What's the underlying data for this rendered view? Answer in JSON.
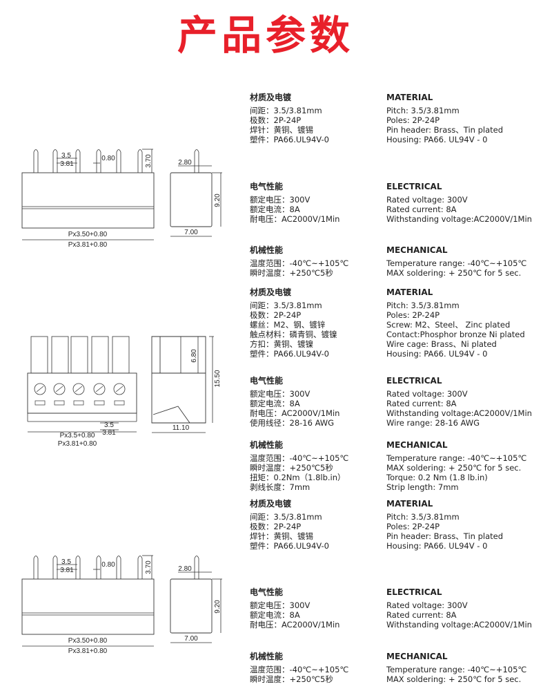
{
  "title": "产品参数",
  "products": [
    {
      "drawing": {
        "pitch_a": "3.5",
        "pitch_b": "3.81",
        "pin_w": "0.80",
        "pin_h": "3.70",
        "side_offset": "2.80",
        "height": "9.20",
        "depth": "7.00",
        "len_a": "Px3.50+0.80",
        "len_b": "Px3.81+0.80"
      },
      "sections": [
        {
          "cn_title": "材质及电镀",
          "cn": [
            "间距：3.5/3.81mm",
            "极数：2P-24P",
            "焊针：黄铜、镀锡",
            "塑件：PA66.UL94V-0"
          ],
          "en_title": "MATERIAL",
          "en": [
            "Pitch: 3.5/3.81mm",
            "Poles:  2P-24P",
            "Pin header: Brass、Tin plated",
            "Housing: PA66. UL94V - 0"
          ]
        },
        {
          "cn_title": "电气性能",
          "cn": [
            "额定电压：300V",
            "额定电流：8A",
            "耐电压：AC2000V/1Min"
          ],
          "en_title": "ELECTRICAL",
          "en": [
            "Rated voltage: 300V",
            "Rated current: 8A",
            "Withstanding voltage:AC2000V/1Min"
          ]
        },
        {
          "cn_title": "机械性能",
          "cn": [
            "温度范围：-40℃~+105℃",
            "瞬时温度：+250℃5秒"
          ],
          "en_title": "MECHANICAL",
          "en": [
            "Temperature range: -40℃~+105℃",
            "MAX soldering: + 250℃ for 5 sec."
          ]
        }
      ]
    },
    {
      "drawing": {
        "pitch_a": "3.5",
        "pitch_b": "3.81",
        "fin_h": "6.80",
        "height": "15.50",
        "depth": "11.10",
        "len_a": "Px3.5+0.80",
        "len_b": "Px3.81+0.80"
      },
      "sections": [
        {
          "cn_title": "材质及电镀",
          "cn": [
            "间距：3.5/3.81mm",
            "极数：2P-24P",
            "螺丝：M2、钢、镀锌",
            "触点材料：磷青铜、镀镍",
            "方扣：黄铜、镀镍",
            "塑件：PA66.UL94V-0"
          ],
          "en_title": "MATERIAL",
          "en": [
            "Pitch: 3.5/3.81mm",
            "Poles:  2P-24P",
            "Screw: M2、Steel、 Zinc plated",
            "Contact:Phosphor bronze Ni plated",
            "Wire cage: Brass、Ni plated",
            "Housing: PA66. UL94V - 0"
          ]
        },
        {
          "cn_title": "电气性能",
          "cn": [
            "额定电压：300V",
            "额定电流：8A",
            "耐电压：AC2000V/1Min",
            "使用线径：28-16 AWG"
          ],
          "en_title": "ELECTRICAL",
          "en": [
            "Rated voltage: 300V",
            "Rated current: 8A",
            "Withstanding voltage:AC2000V/1Min",
            "Wire range: 28-16 AWG"
          ]
        },
        {
          "cn_title": "机械性能",
          "cn": [
            "温度范围：-40℃~+105℃",
            "瞬时温度：+250℃5秒",
            "扭矩：0.2Nm（1.8lb.in）",
            "剥线长度：7mm"
          ],
          "en_title": "MECHANICAL",
          "en": [
            "Temperature range: -40℃~+105℃",
            "MAX soldering: + 250℃ for 5 sec.",
            "Torque: 0.2 Nm (1.8 lb.in)",
            "Strip length: 7mm"
          ]
        }
      ]
    },
    {
      "drawing": {
        "pitch_a": "3.5",
        "pitch_b": "3.81",
        "pin_w": "0.80",
        "pin_h": "3.70",
        "side_offset": "2.80",
        "height": "9.20",
        "depth": "7.00",
        "len_a": "Px3.50+0.80",
        "len_b": "Px3.81+0.80"
      },
      "sections": [
        {
          "cn_title": "材质及电镀",
          "cn": [
            "间距：3.5/3.81mm",
            "极数：2P-24P",
            "焊针：黄铜、镀锡",
            "塑件：PA66.UL94V-0"
          ],
          "en_title": "MATERIAL",
          "en": [
            "Pitch: 3.5/3.81mm",
            "Poles:  2P-24P",
            "Pin header: Brass、Tin plated",
            "Housing: PA66. UL94V - 0"
          ]
        },
        {
          "cn_title": "电气性能",
          "cn": [
            "额定电压：300V",
            "额定电流：8A",
            "耐电压：AC2000V/1Min"
          ],
          "en_title": "ELECTRICAL",
          "en": [
            "Rated voltage: 300V",
            "Rated current: 8A",
            "Withstanding voltage:AC2000V/1Min"
          ]
        },
        {
          "cn_title": "机械性能",
          "cn": [
            "温度范围：-40℃~+105℃",
            "瞬时温度：+250℃5秒"
          ],
          "en_title": "MECHANICAL",
          "en": [
            "Temperature range: -40℃~+105℃",
            "MAX soldering: + 250℃ for 5 sec."
          ]
        }
      ]
    }
  ]
}
